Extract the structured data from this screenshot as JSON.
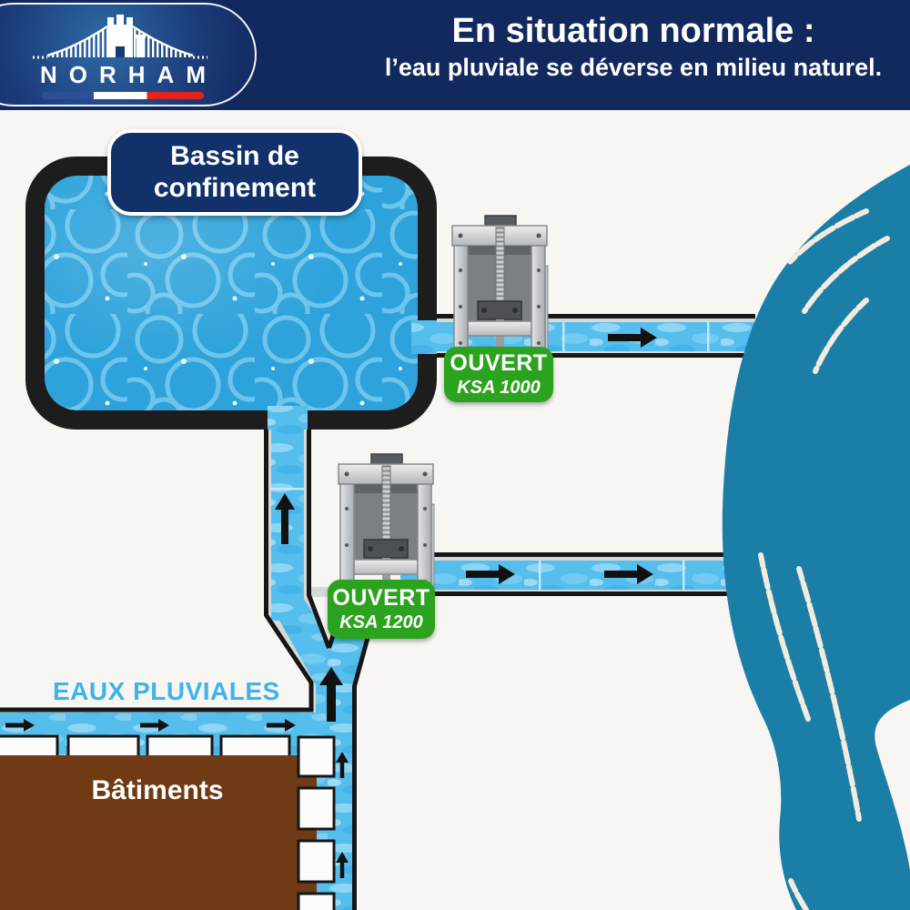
{
  "header": {
    "title": "En situation normale :",
    "subtitle": "l’eau pluviale se déverse en milieu naturel.",
    "logo_name": "NORHAM"
  },
  "diagram": {
    "basin_label": "Bassin de confinement",
    "valves": [
      {
        "status": "OUVERT",
        "model": "KSA 1000"
      },
      {
        "status": "OUVERT",
        "model": "KSA 1200"
      }
    ],
    "stormwater_label": "EAUX PLUVIALES",
    "buildings_label": "Bâtiments"
  },
  "colors": {
    "header_navy": "#12295E",
    "pill_navy": "#123069",
    "open_green": "#2CA31F",
    "pipe_water_blue": "#56BEED",
    "basin_blue": "#2EA3DB",
    "river_teal": "#1B7EA7",
    "building_brown": "#6F3A14",
    "stormwater_text_blue": "#3FB3EA",
    "flag_blue": "#2D4F9B",
    "flag_red": "#E3241C"
  }
}
